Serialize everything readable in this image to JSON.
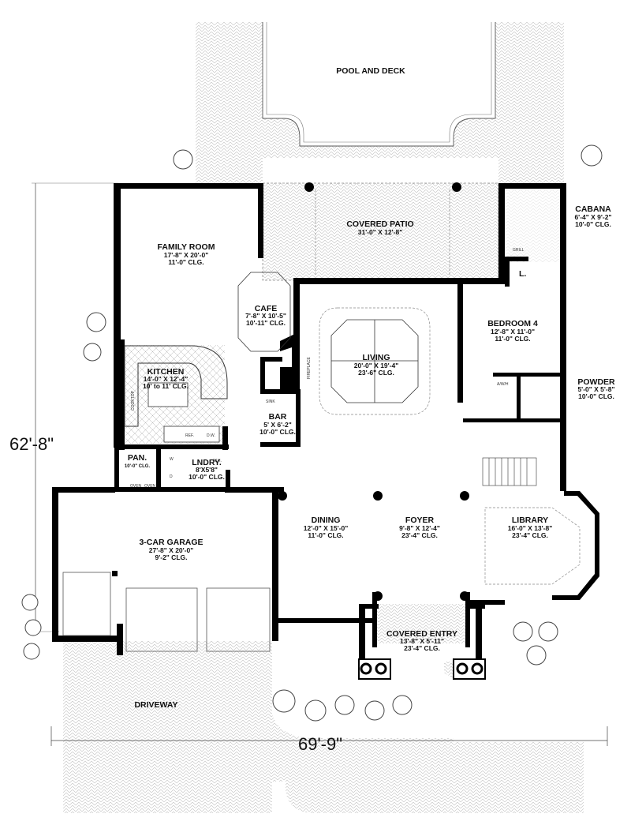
{
  "rooms": {
    "pool": {
      "name": "POOL AND DECK"
    },
    "covered_patio": {
      "name": "COVERED PATIO",
      "dims": "31'-0\" X 12'-8\""
    },
    "cabana": {
      "name": "CABANA",
      "dims": "6'-4\" X 9'-2\"",
      "ceiling": "10'-0\" CLG."
    },
    "family_room": {
      "name": "FAMILY ROOM",
      "dims": "17'-8\" X 20'-0\"",
      "ceiling": "11'-0\" CLG."
    },
    "cafe": {
      "name": "CAFE",
      "dims": "7'-8\" X 10'-5\"",
      "ceiling": "10'-11\" CLG."
    },
    "living": {
      "name": "LIVING",
      "dims": "20'-0\" X 19'-4\"",
      "ceiling": "23'-6\" CLG."
    },
    "bedroom4": {
      "name": "BEDROOM  4",
      "dims": "12'-8\" X 11'-0\"",
      "ceiling": "11'-0\" CLG."
    },
    "kitchen": {
      "name": "KITCHEN",
      "dims": "14'-0\" X 12'-4\"",
      "ceiling": "10' to 11' CLG."
    },
    "powder": {
      "name": "POWDER",
      "dims": "5'-0\" X 5'-8\"",
      "ceiling": "10'-0\" CLG."
    },
    "bar": {
      "name": "BAR",
      "dims": "5' X 6'-2\"",
      "ceiling": "10'-0\" CLG."
    },
    "pantry": {
      "name": "PAN.",
      "ceiling": "10'-0\" CLG."
    },
    "laundry": {
      "name": "LNDRY.",
      "dims": "8'X5'8\"",
      "ceiling": "10'-0\" CLG."
    },
    "garage": {
      "name": "3-CAR GARAGE",
      "dims": "27'-8\" X 20'-0\"",
      "ceiling": "9'-2\" CLG."
    },
    "dining": {
      "name": "DINING",
      "dims": "12'-0\" X 15'-0\"",
      "ceiling": "11'-0\" CLG."
    },
    "foyer": {
      "name": "FOYER",
      "dims": "9'-8\" X 12'-4\"",
      "ceiling": "23'-4\" CLG."
    },
    "library": {
      "name": "LIBRARY",
      "dims": "16'-0\" X 13'-8\"",
      "ceiling": "23'-4\" CLG."
    },
    "covered_entry": {
      "name": "COVERED ENTRY",
      "dims": "13'-8\" X 5'-11\"",
      "ceiling": "23'-4\" CLG."
    },
    "driveway": {
      "name": "DRIVEWAY"
    }
  },
  "small_labels": {
    "laundry_closet": "L.",
    "grill": "GRILL",
    "fireplace": "FIREPLACE",
    "cooktop": "COOKTOP",
    "ref": "REF.",
    "dw": "D.W.",
    "sink": "SINK",
    "wh": "W.H.",
    "wd1": "W",
    "wd2": "D",
    "oven1": "OVEN",
    "oven2": "OVEN",
    "aw": "A/W/H"
  },
  "dimensions": {
    "overall_depth": "62'-8\"",
    "overall_width": "69'-9\""
  },
  "colors": {
    "wall": "#000000",
    "hatch": "#bdbdbd",
    "line": "#333333"
  },
  "icons": {
    "tree": "tree-icon",
    "column": "column-icon"
  }
}
